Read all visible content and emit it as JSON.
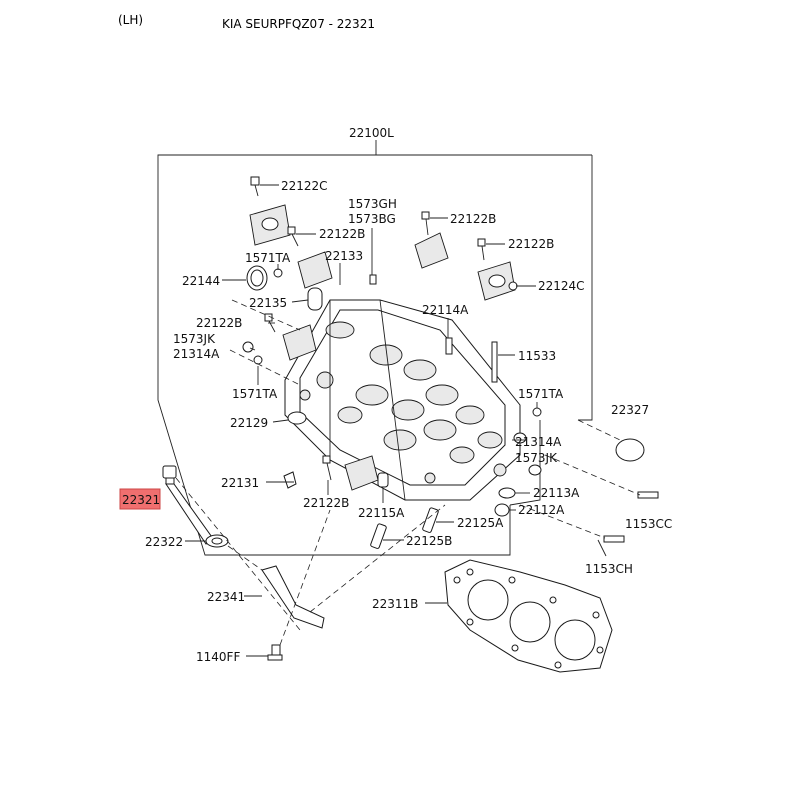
{
  "header": {
    "side": "(LH)",
    "title": "KIA SEURPFQZ07 - 22321"
  },
  "highlight_color": "#f06f6f",
  "callouts": {
    "c22100L": "22100L",
    "c22122C": "22122C",
    "c1573GH": "1573GH",
    "c1573BG": "1573BG",
    "c22122B_a": "22122B",
    "c22122B_b": "22122B",
    "c22122B_c": "22122B",
    "c1571TA_a": "1571TA",
    "c22133": "22133",
    "c22144": "22144",
    "c22124C": "22124C",
    "c22135": "22135",
    "c22114A": "22114A",
    "c22122B_d": "22122B",
    "c1573JK_a": "1573JK",
    "c21314A_a": "21314A",
    "c11533": "11533",
    "c1571TA_b": "1571TA",
    "c1571TA_c": "1571TA",
    "c22327": "22327",
    "c22129": "22129",
    "c21314A_b": "21314A",
    "c1573JK_b": "1573JK",
    "c22131": "22131",
    "c22113A": "22113A",
    "c22321": "22321",
    "c22122B_e": "22122B",
    "c22112A": "22112A",
    "c22115A": "22115A",
    "c1153CC": "1153CC",
    "c22125A": "22125A",
    "c22322": "22322",
    "c22125B": "22125B",
    "c1153CH": "1153CH",
    "c22341": "22341",
    "c22311B": "22311B",
    "c1140FF": "1140FF"
  }
}
